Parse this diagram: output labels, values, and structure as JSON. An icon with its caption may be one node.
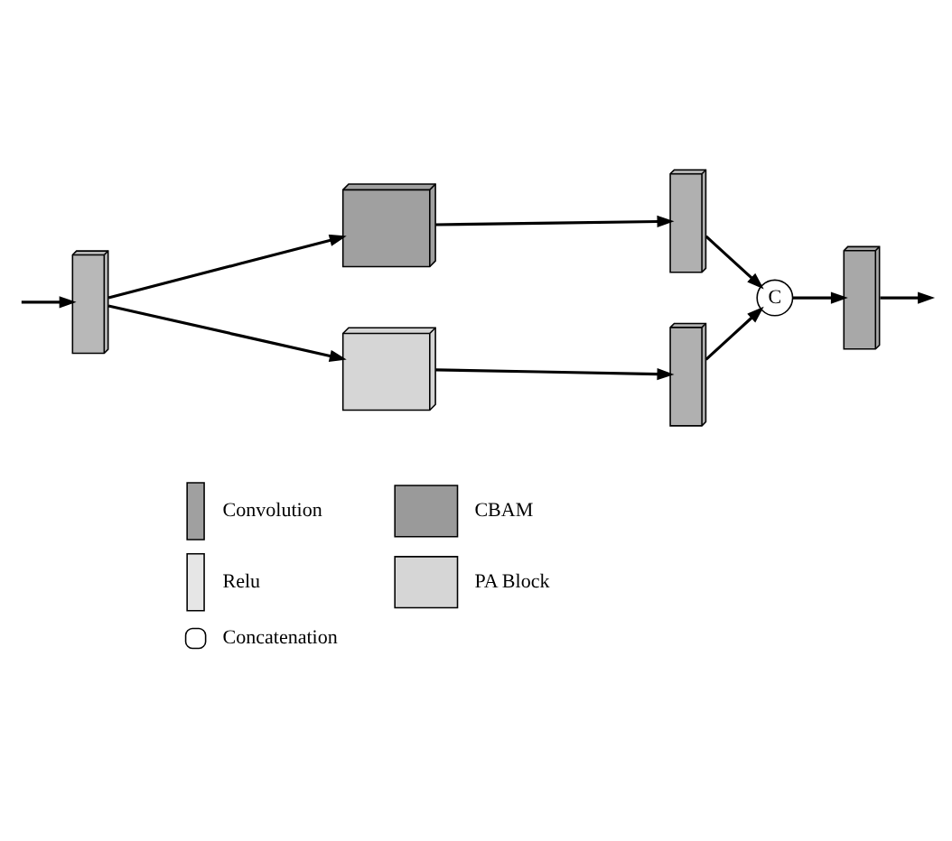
{
  "diagram": {
    "nodes": [
      {
        "text": [],
        "shape": "box"
      },
      {
        "text": [],
        "shape": "cube"
      },
      {
        "text": [],
        "shape": "cube"
      },
      {
        "text": [],
        "shape": "box"
      },
      {
        "text": [],
        "shape": "box"
      },
      {
        "text": [
          "C"
        ]
      },
      {
        "text": [],
        "shape": "box"
      }
    ],
    "edges": [
      {
        "from": null,
        "to": 0,
        "arrow": "to"
      },
      {
        "from": 0,
        "to": 1,
        "arrow": "to"
      },
      {
        "from": 0,
        "to": 2,
        "arrow": "to"
      },
      {
        "from": 1,
        "to": 3,
        "arrow": "to"
      },
      {
        "from": 2,
        "to": 4,
        "arrow": "to"
      },
      {
        "from": 3,
        "to": 5,
        "arrow": "to"
      },
      {
        "from": 4,
        "to": 5,
        "arrow": "to"
      },
      {
        "from": 5,
        "to": 6,
        "arrow": "to"
      },
      {
        "from": 6,
        "to": null,
        "arrow": "to"
      }
    ],
    "legend": [
      {
        "text": "Convolution"
      },
      {
        "text": "CBAM"
      },
      {
        "text": "Relu"
      },
      {
        "text": "PA Block"
      },
      {
        "text": "Concatenation"
      }
    ]
  }
}
